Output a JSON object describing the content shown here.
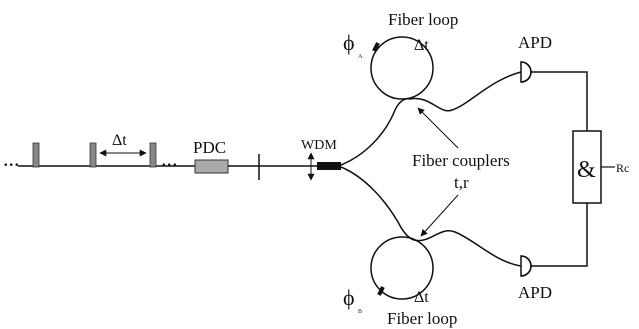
{
  "labels": {
    "pulse_dots_left": "...",
    "delta_t_pulse": "Δt",
    "pulse_dots_right": "...",
    "pdc": "PDC",
    "wdm": "WDM",
    "phi_a": "ϕ",
    "phi_a_sub": "A",
    "fiber_loop_top": "Fiber loop",
    "delta_t_top": "Δt",
    "apd_top": "APD",
    "fiber_couplers": "Fiber couplers",
    "coupler_params": "t,r",
    "and_gate": "&",
    "rc": "Rc",
    "phi_b": "ϕ",
    "phi_b_sub": "B",
    "delta_t_bottom": "Δt",
    "apd_bottom": "APD",
    "fiber_loop_bottom": "Fiber loop"
  }
}
